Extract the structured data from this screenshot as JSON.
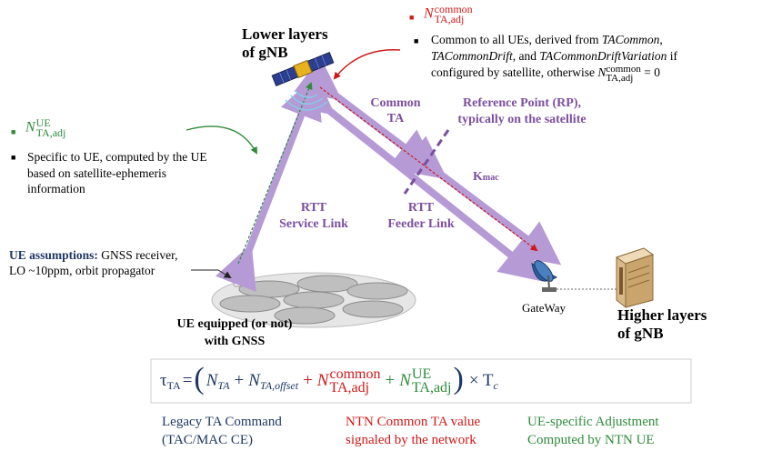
{
  "lower_layers": "Lower layers\nof gNB",
  "common_ta_label": "Common\nTA",
  "rp_label": "Reference Point (RP),\ntypically on the satellite",
  "kmac_label": "K",
  "kmac_sub": "mac",
  "rtt_service": "RTT\nService Link",
  "rtt_feeder": "RTT\nFeeder Link",
  "gateway": "GateWay",
  "higher_layers": "Higher layers\nof gNB",
  "ue_equipped": "UE equipped (or not)\nwith GNSS",
  "ue_assumptions_bold": "UE assumptions:",
  "ue_assumptions_rest": " GNSS receiver, LO ~10ppm, orbit propagator",
  "ue_adj": {
    "symbol": "N",
    "sup": "UE",
    "sub": "TA,adj",
    "desc": "Specific to UE, computed by the UE based on satellite-ephemeris information"
  },
  "common_adj": {
    "symbol": "N",
    "sup": "common",
    "sub": "TA,adj",
    "desc_1": "Common to all UEs, derived from ",
    "desc_i1": "TACommon",
    "desc_2": ",",
    "desc_i2": "TACommonDrift",
    "desc_3": ", and ",
    "desc_i3": "TACommonDriftVariation",
    "desc_4": " if configured by satellite, otherwise ",
    "desc_5": " = 0"
  },
  "formula": {
    "tau": "τ",
    "tau_sub": "TA",
    "eq": "=",
    "n_ta": "N",
    "n_ta_sub": "TA",
    "n_off_sub": "TA,offset",
    "common_sup": "common",
    "adj_sub": "TA,adj",
    "ue_sup": "UE",
    "times": "× T",
    "tc_sub": "c"
  },
  "captions": {
    "legacy": "Legacy TA Command\n(TAC/MAC CE)",
    "ntn": "NTN Common TA value\nsignaled by the network",
    "uespec": "UE-specific Adjustment\nComputed by NTN UE"
  },
  "colors": {
    "purple_arrow": "#b69ad6",
    "label_purple": "#7b4fa0",
    "navy": "#1f3864",
    "red": "#d01818",
    "green": "#2e8b3a"
  }
}
